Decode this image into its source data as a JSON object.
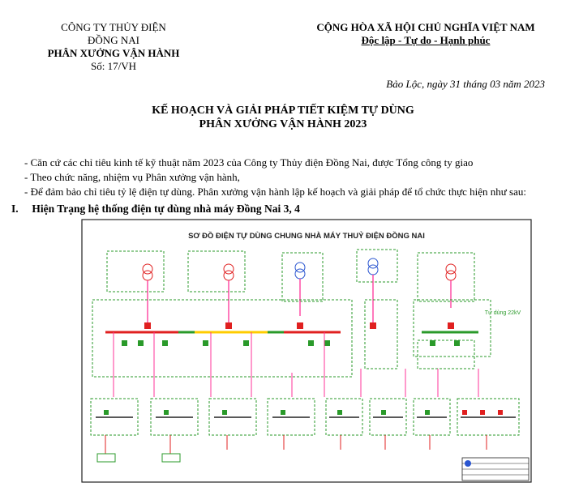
{
  "header_left": {
    "company_line1": "CÔNG TY THỦY ĐIỆN",
    "company_line2": "ĐỒNG NAI",
    "unit": "PHÂN XƯỞNG VẬN HÀNH",
    "doc_number": "Số: 17/VH"
  },
  "header_right": {
    "nation": "CỘNG HÒA XÃ HỘI CHỦ NGHĨA VIỆT NAM",
    "motto": "Độc lập - Tự do - Hạnh phúc"
  },
  "date_line": "Bảo Lộc, ngày 31 tháng 03 năm 2023",
  "title": {
    "line1": "KẾ HOẠCH VÀ GIẢI PHÁP TIẾT KIỆM TỰ DÙNG",
    "line2": "PHÂN XƯỞNG VẬN HÀNH 2023"
  },
  "bullets": [
    "- Căn cứ các chỉ tiêu kinh tế kỹ thuật năm 2023 của Công ty Thủy điện Đồng Nai, được Tổng công ty giao",
    "- Theo chức năng, nhiệm vụ Phân xưởng vận hành,",
    "- Để đảm bảo chỉ tiêu tỷ lệ điện tự dùng. Phân xưởng vận hành lập kế hoạch và giải pháp để tổ chức thực hiện như sau:"
  ],
  "section": {
    "number": "I.",
    "heading": "Hiện Trạng hệ thống điện tự dùng nhà máy Đồng Nai 3, 4"
  },
  "diagram": {
    "title": "SƠ ĐỒ ĐIỆN TỰ DÙNG CHUNG NHÀ MÁY THUỶ ĐIỆN ĐỒNG NAI",
    "side_label": "Tự dùng 22kV",
    "colors": {
      "green": "#2a9a2a",
      "red": "#e02020",
      "pink": "#ff3399",
      "blue": "#2a55d0",
      "dark": "#222222"
    }
  }
}
